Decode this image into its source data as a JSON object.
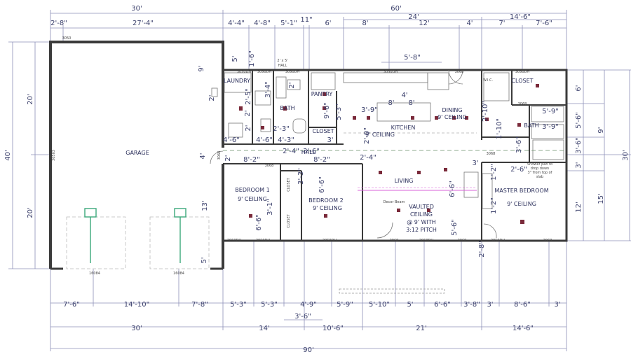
{
  "dims": {
    "top1": [
      "30'",
      "60'"
    ],
    "top2": [
      "2'-8\"",
      "27'-4\"",
      "4'-4\"",
      "4'-8\"",
      "5'-1\"",
      "11\"",
      "6'",
      "8'",
      "24'",
      "12'",
      "4'",
      "14'-6\"",
      "7'",
      "7'-6\""
    ],
    "top3": [
      "5'",
      "1'-6\"",
      "9'",
      "5'-8\""
    ],
    "left": [
      "40'",
      "20'",
      "20'"
    ],
    "right": [
      "30'",
      "6'",
      "9'",
      "5'-6\"",
      "3'-6\"",
      "3'",
      "15'",
      "12'"
    ],
    "bottom1": [
      "7'-6\"",
      "14'-10\"",
      "7'-8\"",
      "5'-3\"",
      "5'-3\"",
      "4'-9\"",
      "5'-9\"",
      "5'-10\"",
      "5'",
      "6'-6\"",
      "3'-8\"",
      "3'",
      "8'-6\"",
      "3'"
    ],
    "bottom2": [
      "30'",
      "14'",
      "3'-6\"",
      "10'-6\"",
      "21'",
      "14'-6\""
    ],
    "bottom3": "90'",
    "interior": [
      "2'",
      "2'-5\"",
      "3'-4\"",
      "2'",
      "2'",
      "2'-3\"",
      "2'",
      "4'-6\"",
      "4'-6\"",
      "2'-4\"",
      "3'-6\"",
      "4'-3\"",
      "3'",
      "8'-2\"",
      "8'-2\"",
      "2'-4\"",
      "3'-3\"",
      "6'-6\"",
      "3'-1\"",
      "6'-6\"",
      "13'",
      "5'",
      "4'",
      "2'",
      "2'-8\"",
      "5'-6\"",
      "1'-10\"",
      "3'-6\"",
      "2'-6\"",
      "1'-2\"",
      "1'-2\"",
      "6'-6\"",
      "3'",
      "3'-9\"",
      "5'-9\"",
      "2'-10\"",
      "8'",
      "9'-6\"",
      "5'-3\"",
      "3'-9\"",
      "4'",
      "8'",
      "2'-0\""
    ]
  },
  "rooms": {
    "garage": "GARAGE",
    "laundry": "LAUNDRY",
    "bath1": "BATH",
    "pantry": "PANTRY",
    "closet1": "CLOSET",
    "hall": "HALL",
    "kitchen": "KITCHEN",
    "ceiling": "9' CEILING",
    "dining": "DINING",
    "dining_ceiling": "9' CEILING",
    "closet_master": "CLOSET",
    "bath2": "BATH",
    "bedroom1": "BEDROOM 1",
    "bedroom1_ceiling": "9' CEILING",
    "bedroom2": "BEDROOM 2",
    "bedroom2_ceiling": "9' CEILING",
    "living": "LIVING",
    "decor_beam": "Decor Beam",
    "vaulted": [
      "VAULTED",
      "CEILING",
      "@ 9' WITH",
      "3:12 PITCH"
    ],
    "master": "MASTER BEDROOM",
    "master_ceiling": "9' CEILING",
    "closet_b1": "CLOSET",
    "closet_b2": "CLOSET",
    "wic": "W.I.C.",
    "shower_note": [
      "Shower pan to",
      "drop down",
      "3\" from top of",
      "slab"
    ],
    "hall_small": "2' x 5'",
    "hall_small2": "HALL"
  },
  "windows": {
    "w1": "3050",
    "w2": "3050DH",
    "w3": "3050DH",
    "w4": "3050DH",
    "w5": "3068",
    "w6": "3050DH",
    "w7": "3050DH",
    "w8": "3050DH",
    "w9": "3050DH",
    "w10": "3050DH",
    "w11": "3050DH",
    "w12": "3068",
    "w13": "3068",
    "w14": "3068",
    "w15": "3050DH",
    "w16": "3068",
    "garage_door1": "16084",
    "garage_door2": "16084",
    "door_left": "30503",
    "door_a": "3068",
    "door_b": "3068",
    "door_c": "3068"
  }
}
